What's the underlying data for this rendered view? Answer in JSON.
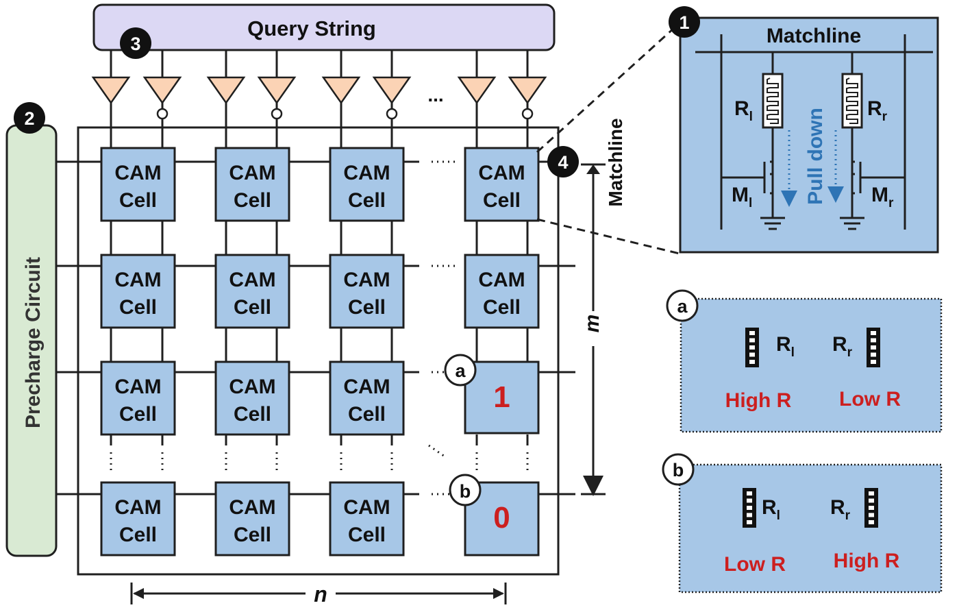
{
  "colors": {
    "cell_fill": "#a7c7e7",
    "precharge_fill": "#d9ead3",
    "query_fill": "#dcd8f4",
    "buffer_fill": "#fbd3b5",
    "value_red": "#cc1f1f",
    "pulldown_blue": "#2e74b5"
  },
  "query_string": "Query String",
  "precharge": "Precharge Circuit",
  "matchline_label": "Matchline",
  "cell": {
    "line1": "CAM",
    "line2": "Cell"
  },
  "ellipsis": "...",
  "markers": {
    "m1": "1",
    "m2": "2",
    "m3": "3",
    "m4": "4",
    "a": "a",
    "b": "b"
  },
  "dims": {
    "m": "m",
    "n": "n"
  },
  "stored": {
    "a": "1",
    "b": "0"
  },
  "detail": {
    "title": "Matchline",
    "pull_down": "Pull down",
    "r_left": "R",
    "r_left_sub": "l",
    "r_right": "R",
    "r_right_sub": "r",
    "m_left": "M",
    "m_left_sub": "l",
    "m_right": "M",
    "m_right_sub": "r"
  },
  "case_a": {
    "left_state": "High R",
    "right_state": "Low R"
  },
  "case_b": {
    "left_state": "Low R",
    "right_state": "High R"
  }
}
